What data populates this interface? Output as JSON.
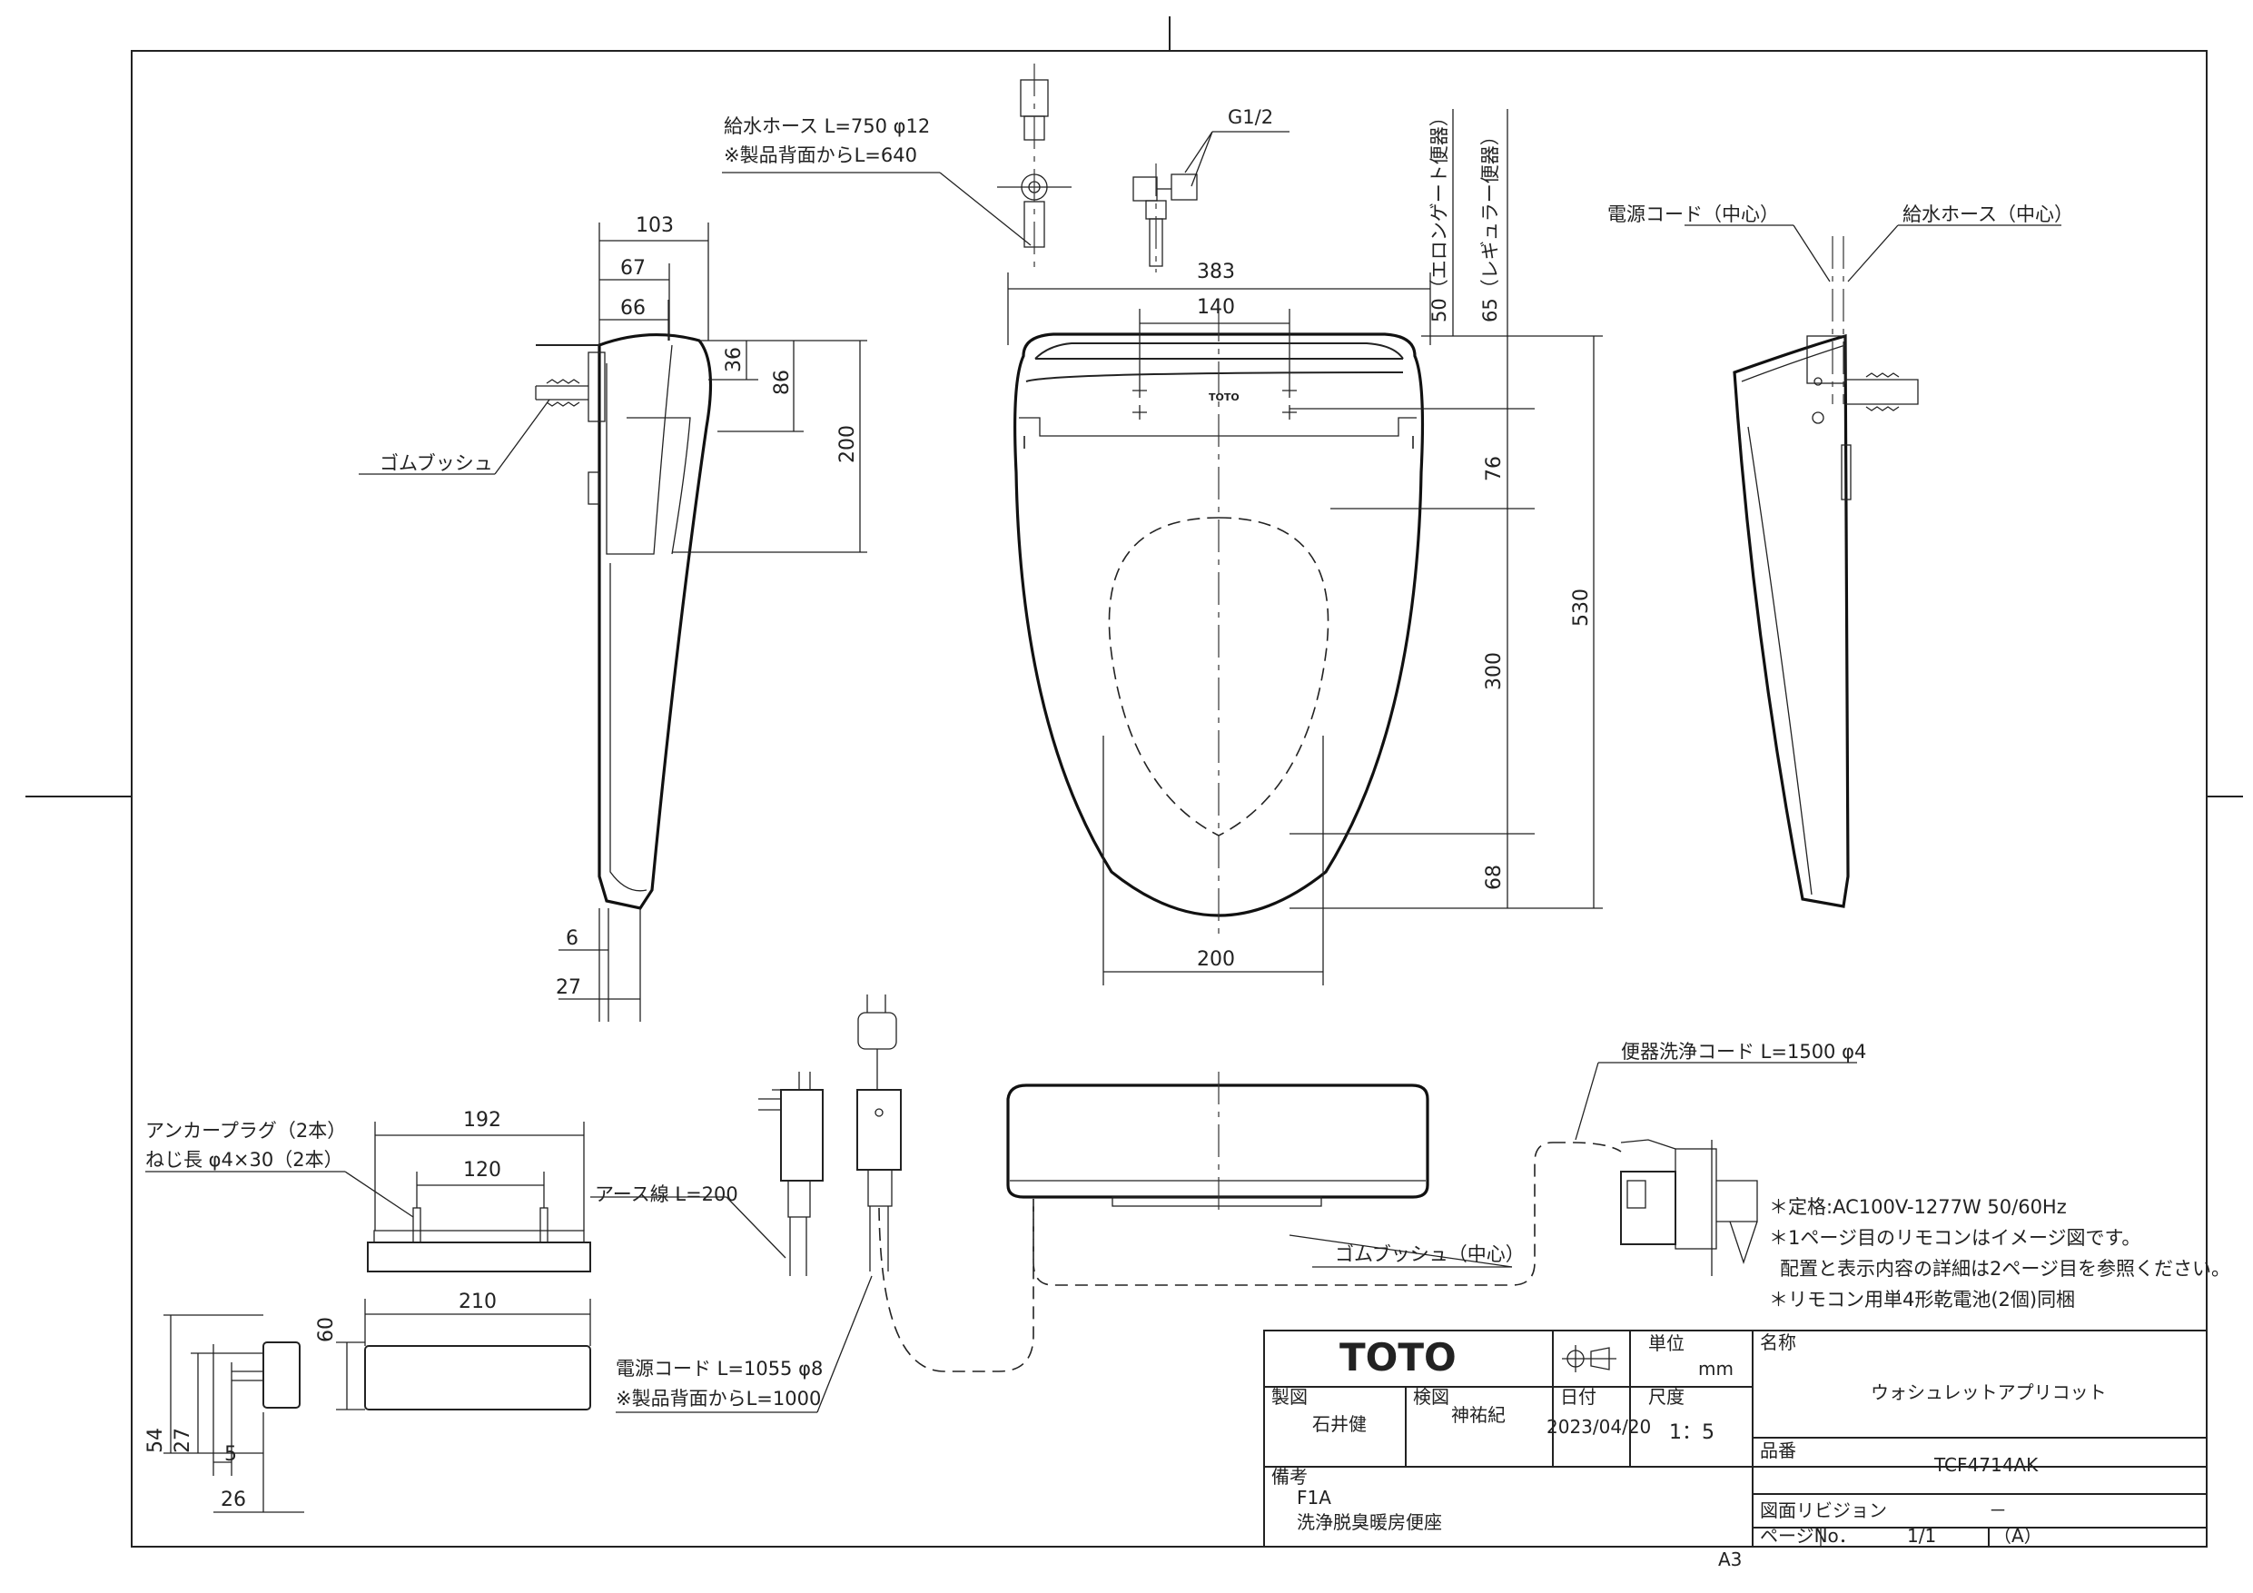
{
  "title_block": {
    "logo": "TOTO",
    "unit_label": "単位",
    "unit_value": "mm",
    "name_label": "名称",
    "product_name": "ウォシュレットアプリコット",
    "drawn_label": "製図",
    "drawn_by": "石井健",
    "checked_label": "検図",
    "checked_by": "神祐紀",
    "date_label": "日付",
    "date": "2023/04/20",
    "scale_label": "尺度",
    "scale": "1：5",
    "model_label": "品番",
    "model": "TCF4714AK",
    "remarks_label": "備考",
    "remark_1": "F1A",
    "remark_2": "洗浄脱臭暖房便座",
    "revision_label": "図面リビジョン",
    "revision": "－",
    "page_label": "ページNo．",
    "page": "1/1",
    "page_suffix": "（A）",
    "paper_size": "A3"
  },
  "notes": [
    "＊定格:AC100V-1277W 50/60Hz",
    "＊1ページ目のリモコンはイメージ図です。",
    "配置と表示内容の詳細は2ページ目を参照ください。",
    "＊リモコン用単4形乾電池(2個)同梱"
  ],
  "labels": {
    "supply_hose": "給水ホース L=750 φ12",
    "supply_hose_note": "※製品背面からL=640",
    "g_half": "G1/2",
    "elongated": "50（エロンゲート便器）",
    "regular": "65（レギュラー便器）",
    "power_cord_center": "電源コード（中心）",
    "supply_hose_center": "給水ホース（中心）",
    "rubber_bush": "ゴムブッシュ",
    "flush_cord": "便器洗浄コード L=1500 φ4",
    "anchor_plug": "アンカープラグ（2本）",
    "screw_length": "ねじ長 φ4×30（2本）",
    "earth_wire": "アース線 L=200",
    "rubber_bush_center": "ゴムブッシュ（中心）",
    "power_cord": "電源コード L=1055 φ8",
    "power_cord_note": "※製品背面からL=1000",
    "brand_on_lid": "TOTO"
  },
  "dimensions": {
    "d103": "103",
    "d67": "67",
    "d66": "66",
    "d36": "36",
    "d86": "86",
    "d200a": "200",
    "d6": "6",
    "d27a": "27",
    "d383": "383",
    "d140": "140",
    "d76": "76",
    "d300": "300",
    "d530": "530",
    "d68": "68",
    "d200b": "200",
    "d192": "192",
    "d120": "120",
    "d210": "210",
    "d60": "60",
    "d54": "54",
    "d27b": "27",
    "d5": "5",
    "d26": "26"
  }
}
